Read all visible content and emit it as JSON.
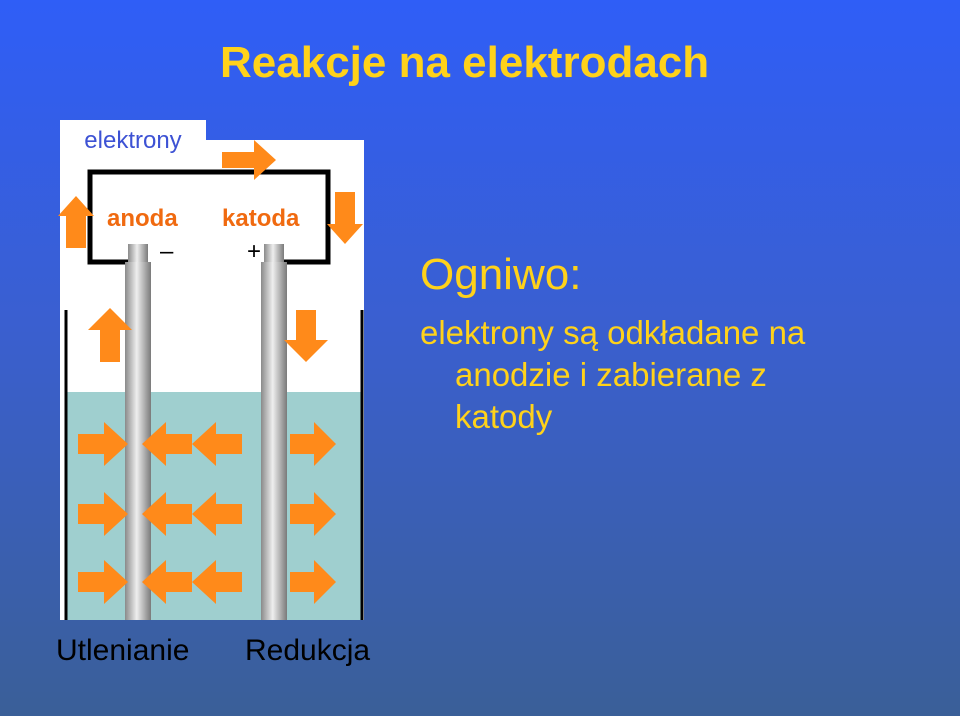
{
  "title": "Reakcje na elektrodach",
  "diagram": {
    "electrons_label": "elektrony",
    "anode_label": "anoda",
    "cathode_label": "katoda",
    "anode_sign": "–",
    "cathode_sign": "+",
    "oxidation_label": "Utlenianie",
    "reduction_label": "Redukcja"
  },
  "description": {
    "heading": "Ogniwo:",
    "lines": [
      "elektrony są odkładane na",
      "anodzie  i zabierane z",
      "katody"
    ]
  },
  "colors": {
    "accent_yellow": "#ffd21a",
    "arrow_orange": "#ff8a1a",
    "electrolyte": "#9fcfcf",
    "label_orange": "#f06a10"
  }
}
